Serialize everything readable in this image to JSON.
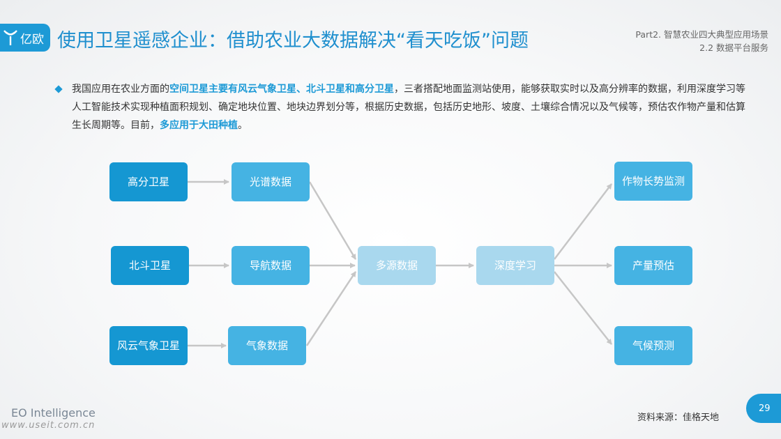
{
  "header": {
    "logo_text": "亿欧",
    "title": "使用卫星遥感企业：借助农业大数据解决“看天吃饭”问题",
    "part_line1": "Part2. 智慧农业四大典型应用场景",
    "part_line2": "2.2 数据平台服务"
  },
  "bullet": {
    "seg1": "我国应用在农业方面的",
    "hl1": "空间卫星主要有风云气象卫星、北斗卫星和高分卫星",
    "seg2": "，三者搭配地面监测站使用，能够获取实时以及高分辨率的数据，利用深度学习等人工智能技术实现种植面积规划、确定地块位置、地块边界划分等，根据历史数据，包括历史地形、坡度、土壤综合情况以及气候等，预估农作物产量和估算生长周期等。目前，",
    "hl2": "多应用于大田种植",
    "seg3": "。"
  },
  "diagram": {
    "sat_gaofen": "高分卫星",
    "sat_beidou": "北斗卫星",
    "sat_fengyun": "风云气象卫星",
    "data_spectrum": "光谱数据",
    "data_nav": "导航数据",
    "data_weather": "气象数据",
    "multi_source": "多源数据",
    "deep_learning": "深度学习",
    "out_growth": "作物长势监测",
    "out_yield": "产量预估",
    "out_weather": "气候预测"
  },
  "footer": {
    "brand": "EO Intelligence",
    "watermark": "www.useit.com.cn",
    "source": "资料来源：佳格天地",
    "page": "29"
  },
  "colors": {
    "accent": "#1d9ad6",
    "node_dark": "#1597d2",
    "node_mid": "#45b3e3",
    "node_light": "#a9d8ee",
    "arrow": "#c6c6c6"
  }
}
